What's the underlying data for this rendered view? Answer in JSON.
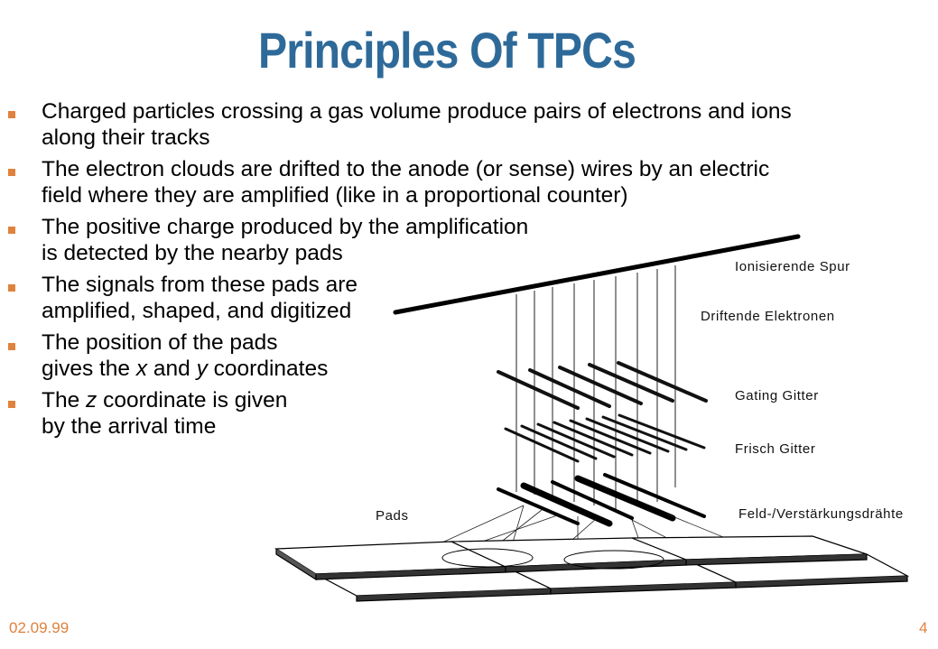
{
  "title": "Principles Of TPCs",
  "bullets": [
    {
      "lines": [
        "Charged particles crossing a gas volume produce pairs of electrons and ions",
        "along their tracks"
      ]
    },
    {
      "lines": [
        "The electron clouds are drifted to the anode (or sense) wires by an electric",
        "field where they are amplified (like in a proportional counter)"
      ]
    },
    {
      "lines": [
        "The positive charge produced by the amplification",
        "is detected by the nearby pads"
      ]
    },
    {
      "lines": [
        "The signals from these pads are",
        "amplified, shaped, and digitized"
      ]
    },
    {
      "line1": "The position of the pads",
      "line2_a": "gives the ",
      "line2_x": "x",
      "line2_b": " and ",
      "line2_y": "y",
      "line2_c": " coordinates"
    },
    {
      "line1_a": "The ",
      "line1_z": "z",
      "line1_b": " coordinate is given",
      "line2": "by the arrival time"
    }
  ],
  "diagram": {
    "labels": {
      "spur": "Ionisierende Spur",
      "drift": "Driftende Elektronen",
      "gating": "Gating Gitter",
      "frisch": "Frisch Gitter",
      "feld": "Feld-/Verstärkungsdrähte",
      "pads": "Pads"
    }
  },
  "footer": {
    "date": "02.09.99",
    "page": "4"
  },
  "colors": {
    "title": "#2e6a99",
    "accent": "#e0823d"
  }
}
